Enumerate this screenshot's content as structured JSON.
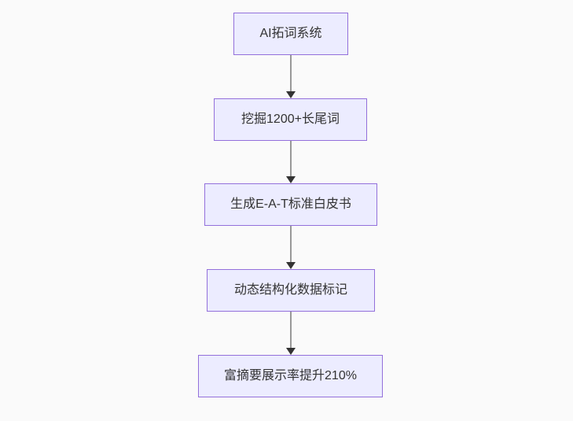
{
  "diagram": {
    "type": "flowchart",
    "direction": "top-down",
    "nodes": [
      {
        "id": "n1",
        "label": "AI拓词系统"
      },
      {
        "id": "n2",
        "label": "挖掘1200+长尾词"
      },
      {
        "id": "n3",
        "label": "生成E-A-T标准白皮书"
      },
      {
        "id": "n4",
        "label": "动态结构化数据标记"
      },
      {
        "id": "n5",
        "label": "富摘要展示率提升210%"
      }
    ],
    "edges": [
      {
        "from": "n1",
        "to": "n2"
      },
      {
        "from": "n2",
        "to": "n3"
      },
      {
        "from": "n3",
        "to": "n4"
      },
      {
        "from": "n4",
        "to": "n5"
      }
    ],
    "colors": {
      "background": "#fafafa",
      "node_fill": "#ECECFF",
      "node_border": "#9370DB",
      "text": "#333333",
      "arrow_line": "#999999",
      "arrow_head": "#333333"
    }
  }
}
